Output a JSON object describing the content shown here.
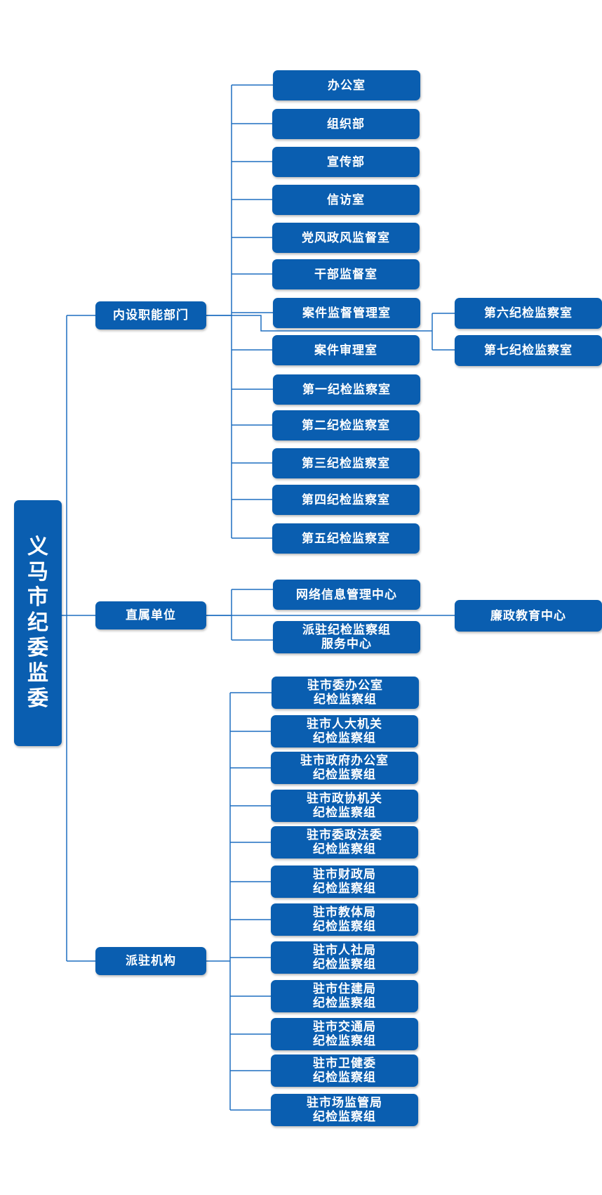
{
  "root": {
    "label": "义马市纪委监委"
  },
  "categories": [
    {
      "label": "内设职能部门"
    },
    {
      "label": "直属单位"
    },
    {
      "label": "派驻机构"
    }
  ],
  "internal_departments": [
    "办公室",
    "组织部",
    "宣传部",
    "信访室",
    "党风政风监督室",
    "干部监督室",
    "案件监督管理室",
    "案件审理室",
    "第一纪检监察室",
    "第二纪检监察室",
    "第三纪检监察室",
    "第四纪检监察室",
    "第五纪检监察室"
  ],
  "internal_extra": [
    "第六纪检监察室",
    "第七纪检监察室"
  ],
  "direct_units": [
    {
      "line1": "网络信息管理中心",
      "line2": ""
    },
    {
      "line1": "派驻纪检监察组",
      "line2": "服务中心"
    }
  ],
  "direct_extra": "廉政教育中心",
  "stationed_groups": [
    {
      "line1": "驻市委办公室",
      "line2": "纪检监察组"
    },
    {
      "line1": "驻市人大机关",
      "line2": "纪检监察组"
    },
    {
      "line1": "驻市政府办公室",
      "line2": "纪检监察组"
    },
    {
      "line1": "驻市政协机关",
      "line2": "纪检监察组"
    },
    {
      "line1": "驻市委政法委",
      "line2": "纪检监察组"
    },
    {
      "line1": "驻市财政局",
      "line2": "纪检监察组"
    },
    {
      "line1": "驻市教体局",
      "line2": "纪检监察组"
    },
    {
      "line1": "驻市人社局",
      "line2": "纪检监察组"
    },
    {
      "line1": "驻市住建局",
      "line2": "纪检监察组"
    },
    {
      "line1": "驻市交通局",
      "line2": "纪检监察组"
    },
    {
      "line1": "驻市卫健委",
      "line2": "纪检监察组"
    },
    {
      "line1": "驻市场监管局",
      "line2": "纪检监察组"
    }
  ],
  "colors": {
    "box_fill": "#0a5eb0",
    "connector": "#1f6fc0",
    "text": "#ffffff"
  }
}
